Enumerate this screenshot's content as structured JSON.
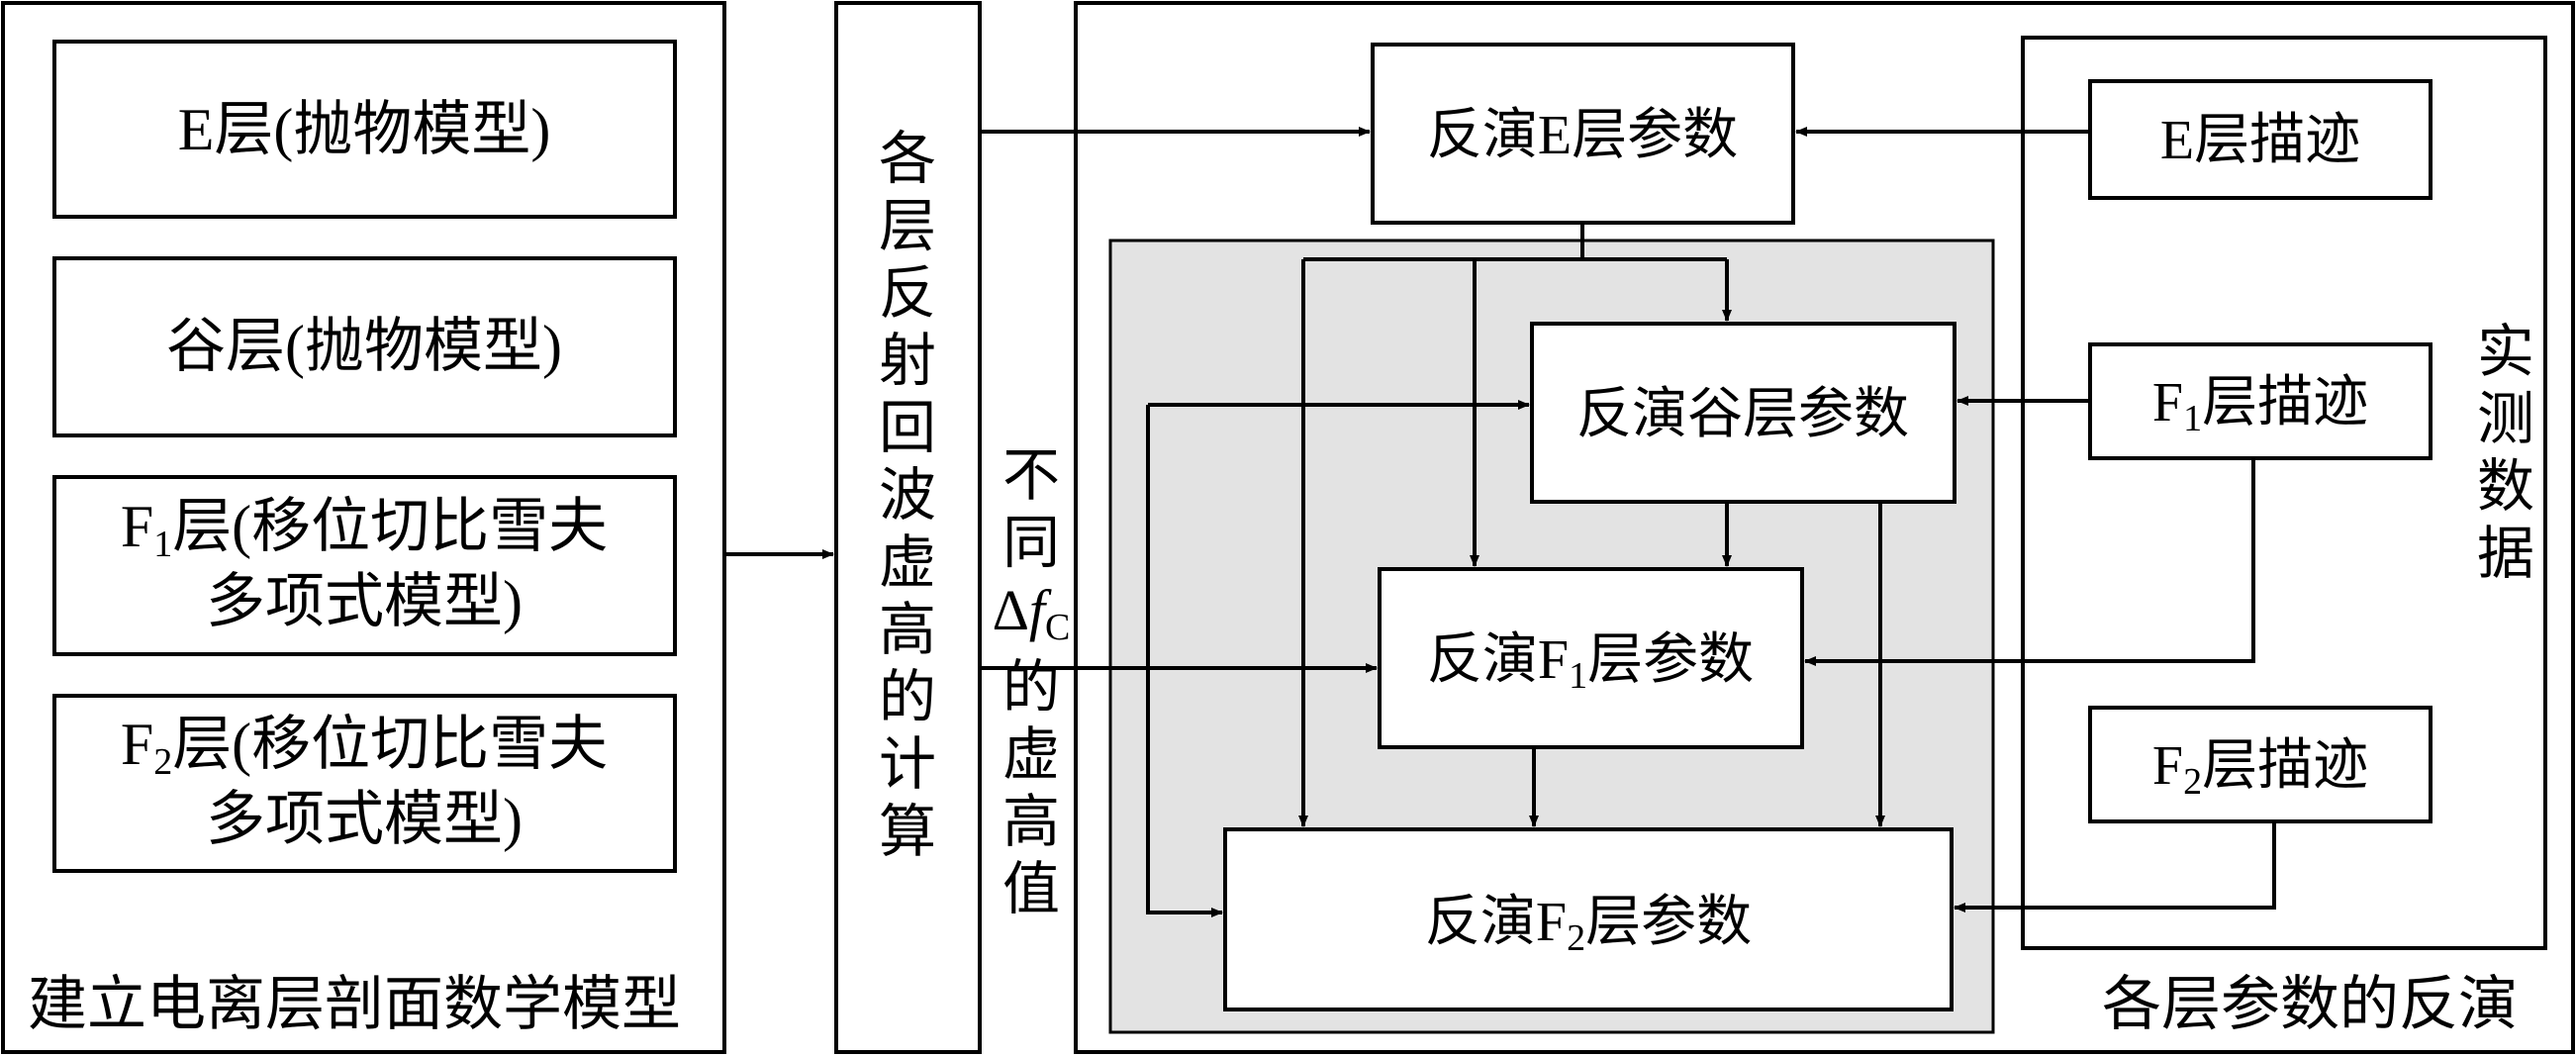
{
  "model_panel": {
    "title": "建立电离层剖面数学模型",
    "e_layer": "E层(抛物模型)",
    "valley_layer": "谷层(抛物模型)",
    "f1_layer": {
      "letter": "F",
      "sub": "1",
      "rest": "层(移位切比雪夫",
      "line2": "多项式模型)"
    },
    "f2_layer": {
      "letter": "F",
      "sub": "2",
      "rest": "层(移位切比雪夫",
      "line2": "多项式模型)"
    }
  },
  "calc_panel": {
    "chars": [
      "各",
      "层",
      "反",
      "射",
      "回",
      "波",
      "虚",
      "高",
      "的",
      "计",
      "算"
    ]
  },
  "dfc_label": {
    "top": [
      "不",
      "同"
    ],
    "delta": "Δ",
    "f": "f",
    "sub": "C",
    "bottom": [
      "的",
      "虚",
      "高",
      "值"
    ]
  },
  "inversion_panel": {
    "title": "各层参数的反演",
    "e_param": "反演E层参数",
    "valley_param": "反演谷层参数",
    "f1_param": {
      "prefix": "反演F",
      "sub": "1",
      "rest": "层参数"
    },
    "f2_param": {
      "prefix": "反演F",
      "sub": "2",
      "rest": "层参数"
    }
  },
  "measured_panel": {
    "title_chars": [
      "实",
      "测",
      "数",
      "据"
    ],
    "e_trace": "E层描迹",
    "f1_trace": {
      "letter": "F",
      "sub": "1",
      "rest": "层描迹"
    },
    "f2_trace": {
      "letter": "F",
      "sub": "2",
      "rest": "层描迹"
    }
  }
}
